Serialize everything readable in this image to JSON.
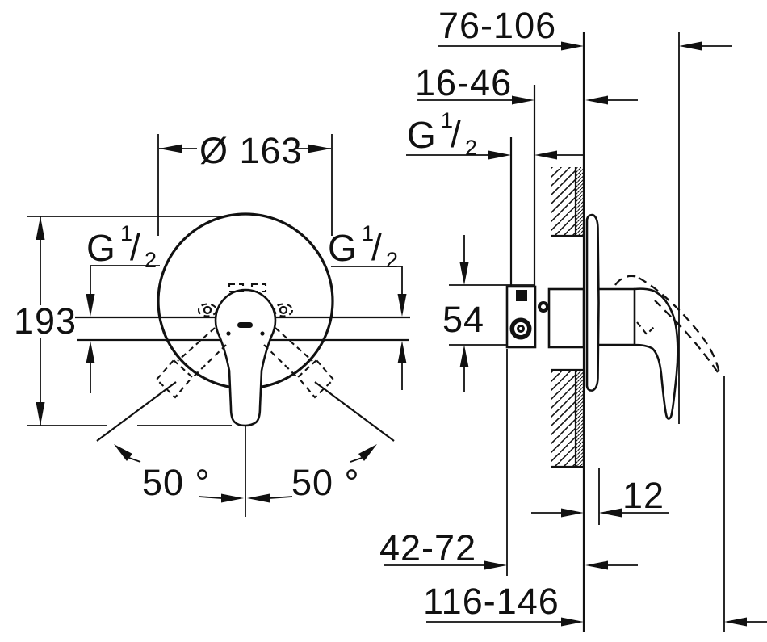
{
  "front_view": {
    "diameter": "Ø 163",
    "height": "193",
    "angle_left": "50 °",
    "angle_right": "50 °",
    "thread_left": {
      "letter": "G",
      "numerator": "1",
      "slash": "/",
      "denominator": "2"
    },
    "thread_right": {
      "letter": "G",
      "numerator": "1",
      "slash": "/",
      "denominator": "2"
    }
  },
  "side_view": {
    "protrusion": "76-106",
    "pipe_depth": "16-46",
    "thread": {
      "letter": "G",
      "numerator": "1",
      "slash": "/",
      "denominator": "2"
    },
    "body_height": "54",
    "plate_offset": "12",
    "recess_depth": "42-72",
    "total_depth": "116-146"
  },
  "colors": {
    "line": "#111111",
    "background": "#ffffff"
  }
}
